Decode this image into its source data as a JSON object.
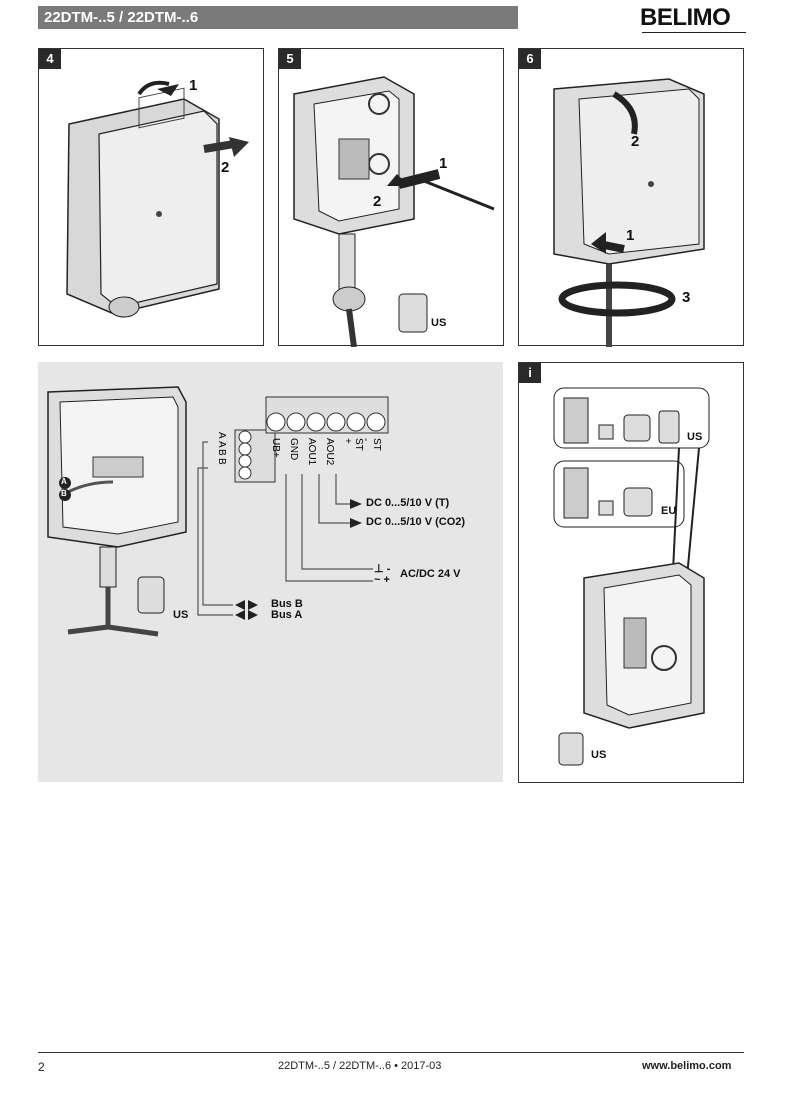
{
  "header": {
    "title": "22DTM-..5 / 22DTM-..6",
    "logo": "BELIMO"
  },
  "steps": [
    {
      "number": "4",
      "callouts": [
        "1",
        "2"
      ]
    },
    {
      "number": "5",
      "callouts": [
        "1",
        "2"
      ],
      "label": "US"
    },
    {
      "number": "6",
      "callouts": [
        "1",
        "2",
        "3"
      ]
    }
  ],
  "wiring": {
    "terminals_main": [
      "UB+",
      "GND",
      "AOU1",
      "AOU2",
      "ST +",
      "ST -"
    ],
    "terminals_bus": [
      "A",
      "A",
      "B",
      "B"
    ],
    "badges": [
      "A",
      "B"
    ],
    "outputs": [
      {
        "label": "DC 0...5/10 V (T)"
      },
      {
        "label": "DC 0...5/10 V (CO2)"
      }
    ],
    "supply": {
      "minus": "⊥ -",
      "plus": "~ +",
      "label": "AC/DC 24 V"
    },
    "bus": [
      "Bus B",
      "Bus A"
    ],
    "fitting_label": "US"
  },
  "info": {
    "badge": "i",
    "labels": [
      "US",
      "EU",
      "US"
    ]
  },
  "footer": {
    "page": "2",
    "doc": "22DTM-..5 / 22DTM-..6 • 2017-03",
    "url": "www.belimo.com"
  },
  "colors": {
    "header_bar": "#7a7a7a",
    "badge": "#2a2a2a",
    "wiring_bg": "#e6e6e6"
  }
}
